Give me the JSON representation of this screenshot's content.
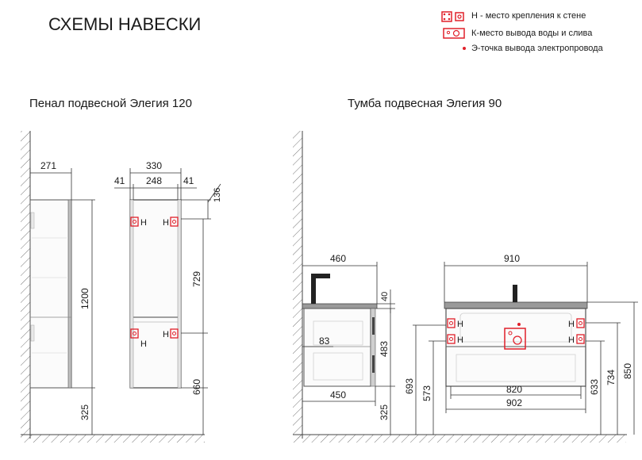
{
  "title": "СХЕМЫ НАВЕСКИ",
  "legend": {
    "mount": "Н - место крепления к стене",
    "water": "К-место вывода воды и слива",
    "power": "Э-точка вывода электропровода"
  },
  "colors": {
    "accent": "#e0202a",
    "line": "#4a4a4a",
    "hatch": "#666666"
  },
  "sections": {
    "left": {
      "title": "Пенал подвесной Элегия 120",
      "dims": {
        "depth": "271",
        "width": "330",
        "side_l": "41",
        "inner": "248",
        "side_r": "41",
        "offset": "136",
        "height": "1200",
        "mount_gap": "729",
        "mount_h": "660",
        "floor_gap": "325"
      },
      "mount_label": "Н"
    },
    "right": {
      "title": "Тумба подвесная Элегия 90",
      "dims": {
        "depth_top": "460",
        "top_thk": "40",
        "inner_off": "83",
        "body_h": "483",
        "depth_bottom": "450",
        "floor_gap": "325",
        "h693": "693",
        "h573": "573",
        "width_top": "910",
        "mount_span": "820",
        "width_body": "902",
        "h633": "633",
        "h734": "734",
        "h850": "850"
      },
      "mount_label": "Н"
    }
  }
}
